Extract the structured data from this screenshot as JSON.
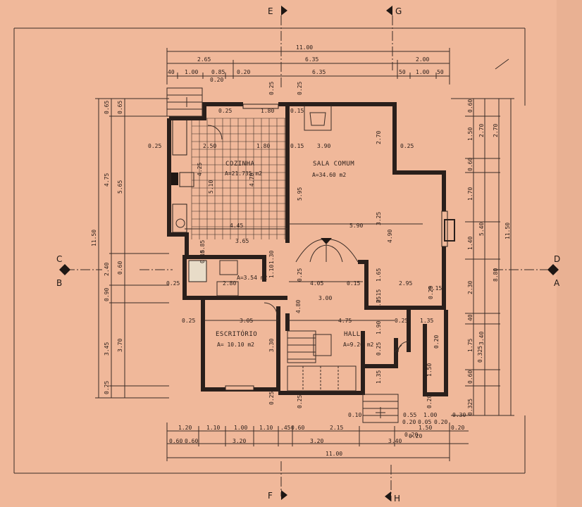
{
  "rooms": {
    "cozinha": {
      "name": "COZINHA",
      "area": "A=21.735 m2"
    },
    "sala": {
      "name": "SALA COMUM",
      "area": "A=34.60 m2"
    },
    "escritorio": {
      "name": "ESCRITÓRIO",
      "area": "A= 10.10 m2"
    },
    "hall": {
      "name": "HALL",
      "area": "A=9.20 m2"
    },
    "wc": {
      "area": "A=3.54 m2"
    }
  },
  "section_marks": {
    "e": "E",
    "f": "F",
    "g": "G",
    "h": "H",
    "c": "C",
    "b": "B",
    "d": "D",
    "a": "A"
  },
  "dimensions": {
    "top": {
      "total": "11.00",
      "row2": [
        "2.65",
        "6.35",
        "2.00"
      ],
      "row3": [
        "40",
        "1.00",
        "0.85",
        "0.20",
        "6.35",
        "50",
        "1.00",
        "50"
      ],
      "extra": "0.20"
    },
    "bottom": {
      "total": "11.00",
      "row1": [
        "1.20",
        "1.10",
        "1.00",
        "1.10",
        ".45",
        "0.60",
        "2.15",
        "0.20",
        "1.50",
        "0.20"
      ],
      "row2": [
        "0.60",
        "0.60",
        "3.20",
        "3.20",
        "3.40"
      ],
      "extra": [
        "0.10",
        "0.55",
        "1.00",
        "0.30",
        "0.20",
        "0.05",
        "0.20",
        "0.20"
      ]
    },
    "left": {
      "total": "11.50",
      "col1": [
        "0.65",
        "4.75",
        "2.40",
        "0.90",
        "3.45",
        "0.25"
      ],
      "col2": [
        "0.65",
        "5.65",
        "0.60",
        "3.70"
      ]
    },
    "right": {
      "total": "11.50",
      "col1": [
        "0.60",
        "1.50",
        "0.60",
        "1.70",
        "1.40",
        "2.30",
        "40",
        "1.75",
        "0.325",
        "0.60",
        "0.325"
      ],
      "col2": [
        "2.70",
        "5.40",
        "3.40"
      ],
      "col3": [
        "2.70",
        "8.80"
      ]
    },
    "interior": {
      "cozinha": [
        "0.25",
        "2.50",
        "1.80",
        "1.80",
        "0.15",
        "4.25",
        "5.10",
        "4.70",
        "4.45",
        "3.65",
        "0.25",
        "0.25",
        "0.25"
      ],
      "sala": [
        "3.90",
        "2.70",
        "0.25",
        "5.95",
        "5.90",
        "3.25",
        "4.90",
        "0.15",
        "0.15",
        "1.65",
        "2.95",
        "0.25",
        "4.05",
        "0.15",
        "0.15",
        "0.25"
      ],
      "wc": [
        "2.80",
        "0.85",
        "0.15",
        "1.10",
        "1.30",
        "0.25"
      ],
      "escritorio": [
        "3.05",
        "3.30",
        "0.25",
        "0.25",
        "0.25"
      ],
      "hall": [
        "3.00",
        "4.75",
        "0.25",
        "1.35",
        "4.80",
        "1.90",
        "0.25",
        "1.35",
        "0.20",
        "1.50",
        "0.20",
        "0.25"
      ]
    }
  }
}
